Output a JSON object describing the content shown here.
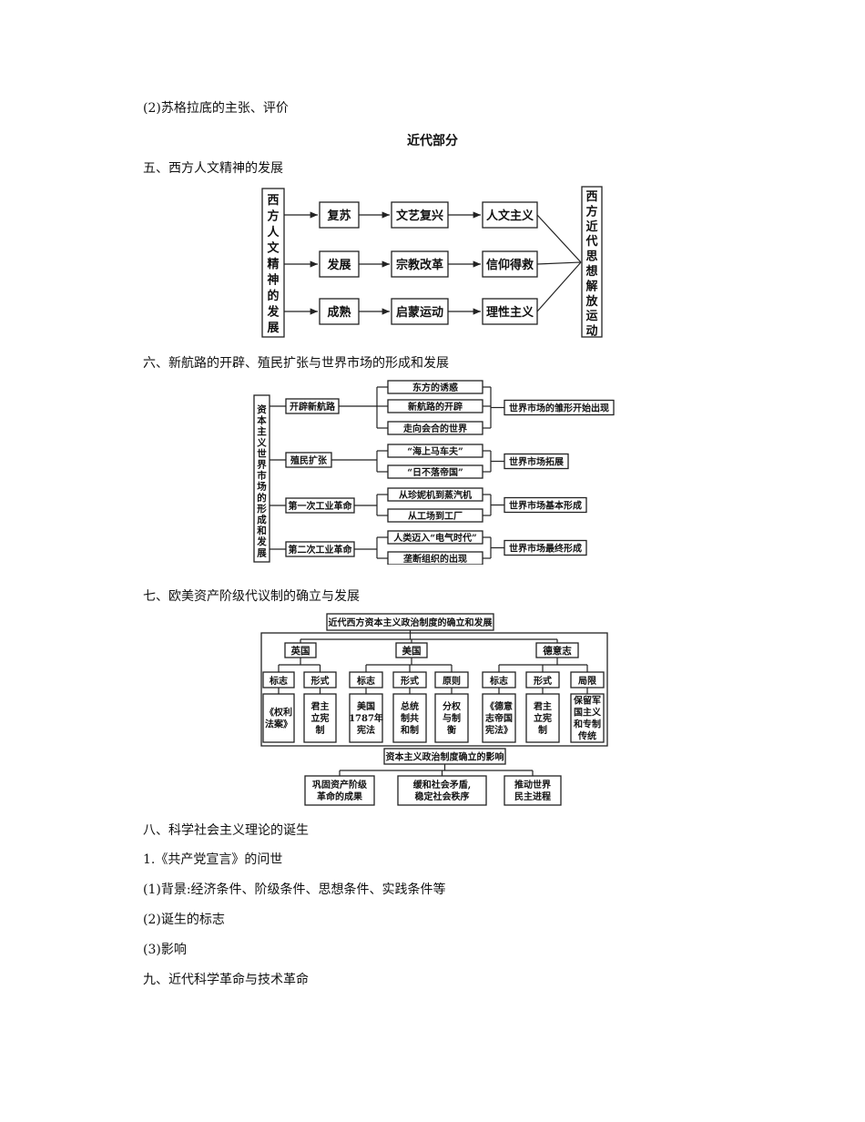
{
  "lines": {
    "l1": "(2)苏格拉底的主张、评价",
    "section_title": "近代部分",
    "h5": "五、西方人文精神的发展",
    "h6": "六、新航路的开辟、殖民扩张与世界市场的形成和发展",
    "h7": "七、欧美资产阶级代议制的确立与发展",
    "h8": "八、科学社会主义理论的诞生",
    "l8_1": "1.《共产党宣言》的问世",
    "l8_2": "(1)背景:经济条件、阶级条件、思想条件、实践条件等",
    "l8_3": "(2)诞生的标志",
    "l8_4": "(3)影响",
    "h9": "九、近代科学革命与技术革命"
  },
  "diagram1": {
    "left": [
      "西",
      "方",
      "人",
      "文",
      "精",
      "神",
      "的",
      "发",
      "展"
    ],
    "right": [
      "西",
      "方",
      "近",
      "代",
      "思",
      "想",
      "解",
      "放",
      "运",
      "动"
    ],
    "rows": [
      {
        "stage": "复苏",
        "event": "文艺复兴",
        "result": "人文主义"
      },
      {
        "stage": "发展",
        "event": "宗教改革",
        "result": "信仰得救"
      },
      {
        "stage": "成熟",
        "event": "启蒙运动",
        "result": "理性主义"
      }
    ]
  },
  "diagram2": {
    "left": [
      "资",
      "本",
      "主",
      "义",
      "世",
      "界",
      "市",
      "场",
      "的",
      "形",
      "成",
      "和",
      "发",
      "展"
    ],
    "groups": [
      {
        "stage": "开辟新航路",
        "items": [
          "东方的诱惑",
          "新航路的开辟",
          "走向会合的世界"
        ],
        "result": "世界市场的雏形开始出现"
      },
      {
        "stage": "殖民扩张",
        "items": [
          "“海上马车夫”",
          "“日不落帝国”"
        ],
        "result": "世界市场拓展"
      },
      {
        "stage": "第一次工业革命",
        "items": [
          "从珍妮机到蒸汽机",
          "从工场到工厂"
        ],
        "result": "世界市场基本形成"
      },
      {
        "stage": "第二次工业革命",
        "items": [
          "人类迈入“电气时代”",
          "垄断组织的出现"
        ],
        "result": "世界市场最终形成"
      }
    ]
  },
  "diagram3": {
    "title": "近代西方资本主义政治制度的确立和发展",
    "countries": [
      {
        "name": "英国",
        "cols": [
          {
            "h": "标志",
            "v": [
              "《权利",
              "法案》"
            ]
          },
          {
            "h": "形式",
            "v": [
              "君主",
              "立宪",
              "制"
            ]
          }
        ]
      },
      {
        "name": "美国",
        "cols": [
          {
            "h": "标志",
            "v": [
              "美国",
              "1787年",
              "宪法"
            ]
          },
          {
            "h": "形式",
            "v": [
              "总统",
              "制共",
              "和制"
            ]
          },
          {
            "h": "原则",
            "v": [
              "分权",
              "与制",
              "衡"
            ]
          }
        ]
      },
      {
        "name": "德意志",
        "cols": [
          {
            "h": "标志",
            "v": [
              "《德意",
              "志帝国",
              "宪法》"
            ]
          },
          {
            "h": "形式",
            "v": [
              "君主",
              "立宪",
              "制"
            ]
          },
          {
            "h": "局限",
            "v": [
              "保留军",
              "国主义",
              "和专制",
              "传统"
            ]
          }
        ]
      }
    ],
    "impact_title": "资本主义政治制度确立的影响",
    "impacts": [
      [
        "巩固资产阶级",
        "革命的成果"
      ],
      [
        "缓和社会矛盾,",
        "稳定社会秩序"
      ],
      [
        "推动世界",
        "民主进程"
      ]
    ]
  }
}
